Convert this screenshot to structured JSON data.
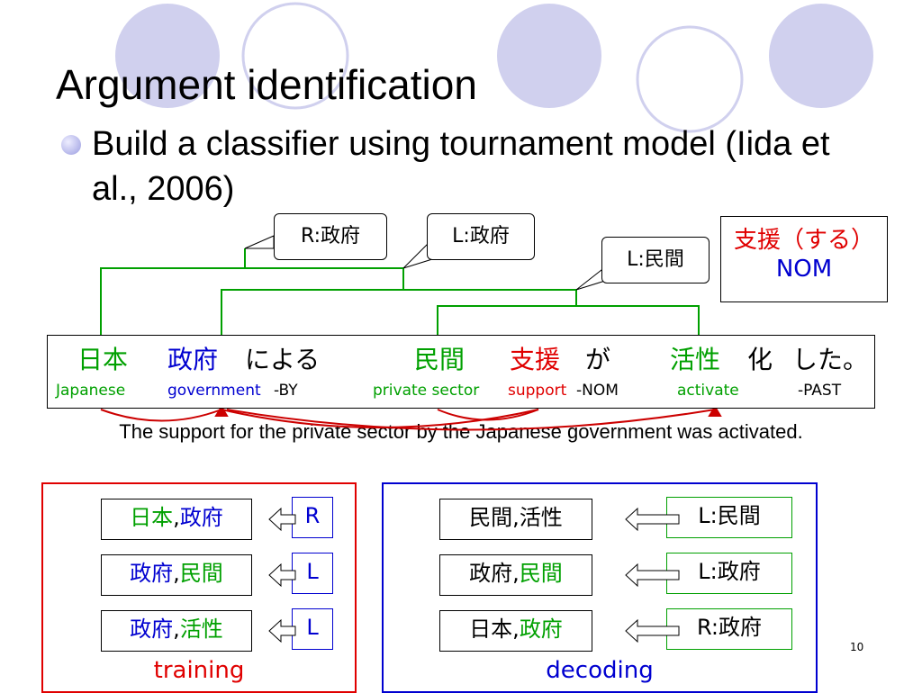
{
  "slide": {
    "title": "Argument identification",
    "bullet": "Build a classifier using tournament model (Iida et al., 2006)",
    "page_number": "10"
  },
  "colors": {
    "green": "#00a000",
    "blue": "#0000d0",
    "red": "#e00000",
    "deco_circle": "#d0d0ee",
    "curve_red": "#cc0000"
  },
  "tree": {
    "callouts": {
      "r_seifu": "R:政府",
      "l_seifu": "L:政府",
      "l_minkan": "L:民間"
    }
  },
  "predicate": {
    "line1": "支援（する）",
    "line2": "NOM"
  },
  "sentence": {
    "words": {
      "nihon": "日本",
      "seifu": "政府",
      "niyoru": "による",
      "minkan": "民間",
      "shien": "支援",
      "ga": "が",
      "kassei": "活性",
      "ka": "化",
      "shita": "した。"
    },
    "gloss": {
      "japanese": "Japanese",
      "government": "government",
      "by": "-BY",
      "private_sector": "private sector",
      "support": "support",
      "nom": "-NOM",
      "activate": "activate",
      "past": "-PAST"
    }
  },
  "translation": "The support for the private sector by the Japanese government was activated.",
  "training": {
    "label": "training",
    "rows": [
      {
        "left": "日本",
        "sep": ",",
        "right": "政府",
        "label": "R"
      },
      {
        "left": "政府",
        "sep": ",",
        "right": "民間",
        "label": "L"
      },
      {
        "left": "政府",
        "sep": ",",
        "right": "活性",
        "label": "L"
      }
    ]
  },
  "decoding": {
    "label": "decoding",
    "rows": [
      {
        "left": "民間",
        "sep": ",",
        "right": "活性",
        "label": "L:民間"
      },
      {
        "left": "政府",
        "sep": ",",
        "right": "民間",
        "label": "L:政府"
      },
      {
        "left": "日本",
        "sep": ",",
        "right": "政府",
        "label": "R:政府"
      }
    ]
  }
}
